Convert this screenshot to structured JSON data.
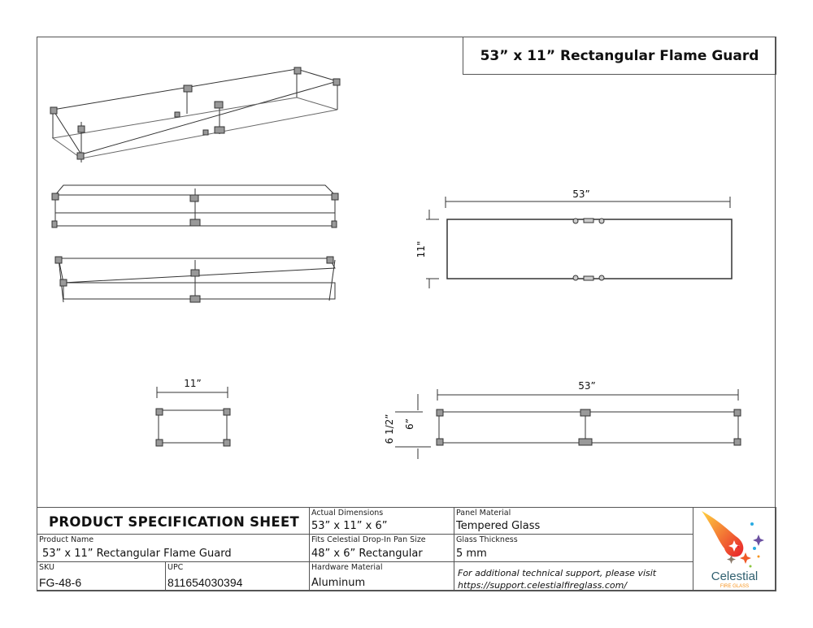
{
  "title": "53” x 11” Rectangular Flame Guard",
  "drawings": {
    "top_width": "53”",
    "top_depth": "11\"",
    "side_width": "11”",
    "front_width": "53”",
    "front_height_total": "6 1/2”",
    "front_height_glass": "6”"
  },
  "spec": {
    "heading": "PRODUCT SPECIFICATION SHEET",
    "actual_dimensions": {
      "label": "Actual Dimensions",
      "value": "53” x 11” x 6”"
    },
    "panel_material": {
      "label": "Panel Material",
      "value": "Tempered Glass"
    },
    "product_name": {
      "label": "Product Name",
      "value": "53” x 11” Rectangular Flame Guard"
    },
    "pan_size": {
      "label": "Fits Celestial Drop-In Pan Size",
      "value": "48” x 6” Rectangular"
    },
    "glass_thickness": {
      "label": "Glass Thickness",
      "value": "5 mm"
    },
    "sku": {
      "label": "SKU",
      "value": "FG-48-6"
    },
    "upc": {
      "label": "UPC",
      "value": "811654030394"
    },
    "hardware": {
      "label": "Hardware Material",
      "value": "Aluminum"
    },
    "support_line1": "For additional technical support, please visit",
    "support_line2": "https://support.celestialfireglass.com/"
  },
  "logo": {
    "name": "Celestial",
    "tagline": "FIRE GLASS",
    "brand_color": "#2f5f6f",
    "flame_color": "#f7931e"
  }
}
